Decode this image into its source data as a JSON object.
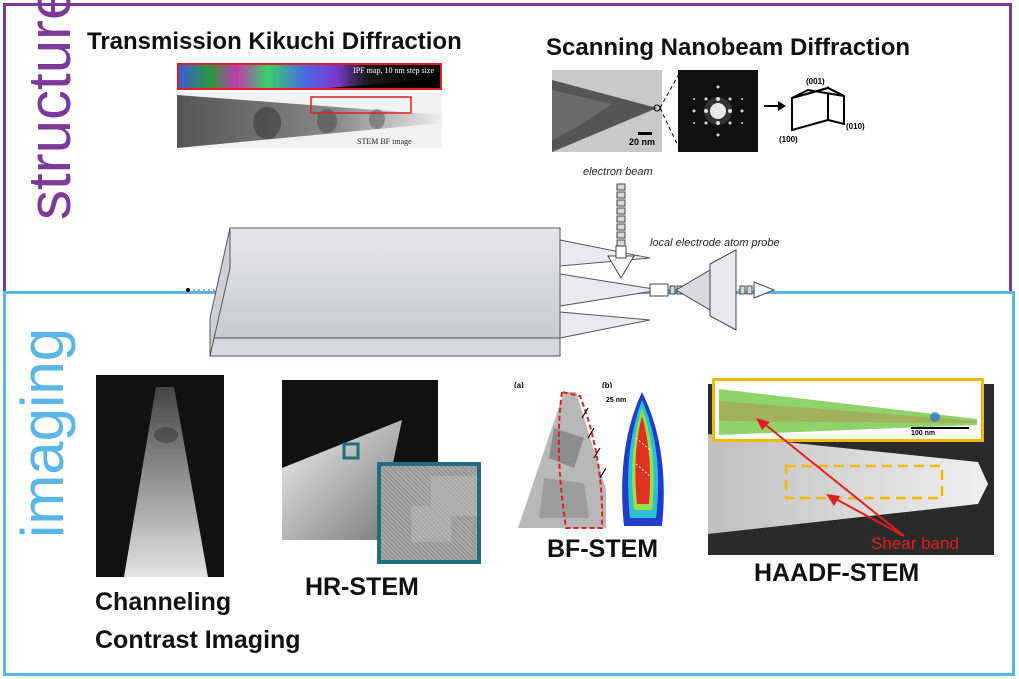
{
  "sections": {
    "structure_label": "structure",
    "imaging_label": "imaging"
  },
  "structure": {
    "tkd_title": "Transmission Kikuchi Diffraction",
    "ipf_caption": "IPF map, 10 nm step size",
    "stem_bf_caption": "STEM BF image",
    "snd_title": "Scanning Nanobeam Diffraction",
    "snd_scalebar": "20 nm",
    "cube_labels": {
      "top": "(001)",
      "left": "(100)",
      "right": "(010)"
    }
  },
  "center": {
    "electron_beam": "electron beam",
    "leap": "local electrode atom probe"
  },
  "imaging": {
    "cci_title_line1": "Channeling",
    "cci_title_line2": "Contrast Imaging",
    "hrstem_title": "HR-STEM",
    "bfstem_title": "BF-STEM",
    "bf_label_a": "(a)",
    "bf_label_b": "(b)",
    "bf_scalebar": "25 nm",
    "haadf_title": "HAADF-STEM",
    "haadf_scalebar": "100 nm",
    "shear_band": "Shear band"
  },
  "colors": {
    "structure_frame": "#7b3a9a",
    "imaging_frame": "#5ab6e6",
    "highlight_red": "#e02020",
    "highlight_orange": "#f5b800",
    "hr_frame": "#1f6e80"
  }
}
